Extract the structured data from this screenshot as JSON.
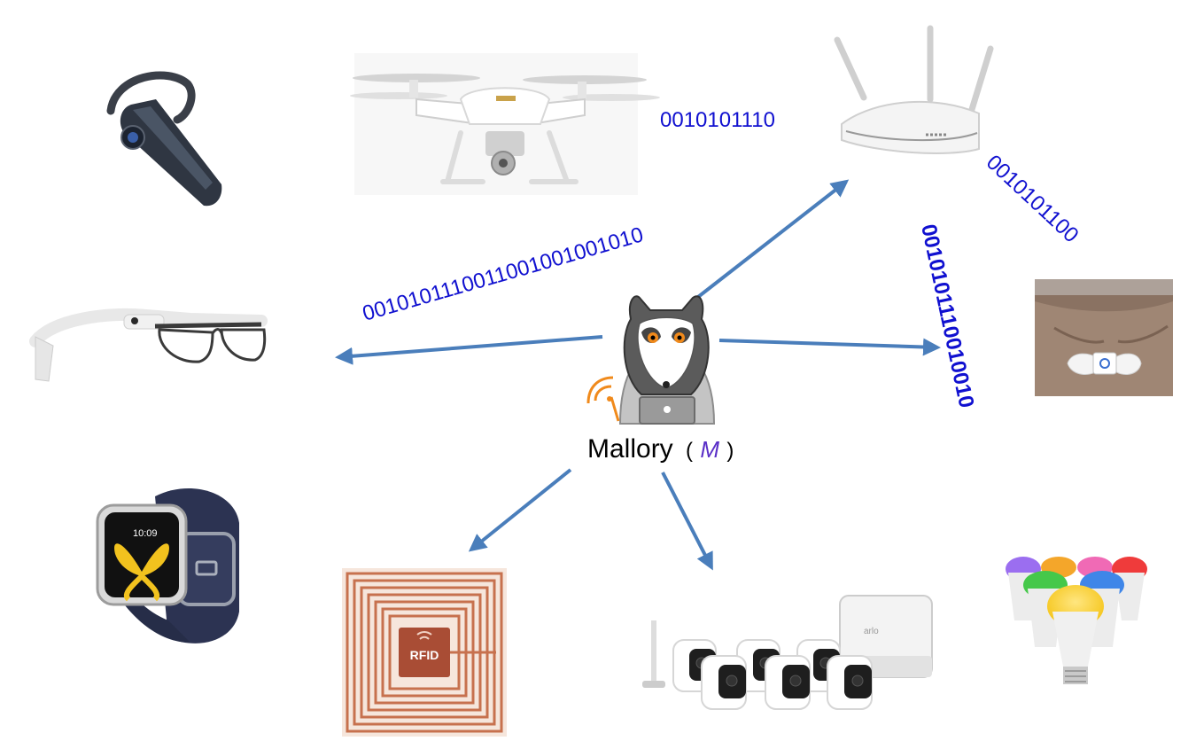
{
  "attacker": {
    "name": "Mallory",
    "symbol_open": "(",
    "symbol": "M",
    "symbol_close": ")"
  },
  "bitstreams": {
    "to_router": "0010101110",
    "to_glasses": "0010101110011001001001010",
    "to_patch": "0010101110010010",
    "router_to_patch": "0010101100"
  },
  "rfid_tag": {
    "text": "RFID"
  },
  "camera_base": {
    "brand": "arlo"
  },
  "watch": {
    "time": "10:09"
  },
  "colors": {
    "arrow": "#4a7ebb",
    "bits": "#1010d0",
    "attacker_symbol": "#5a2fc7",
    "signal": "#f08a1c"
  }
}
